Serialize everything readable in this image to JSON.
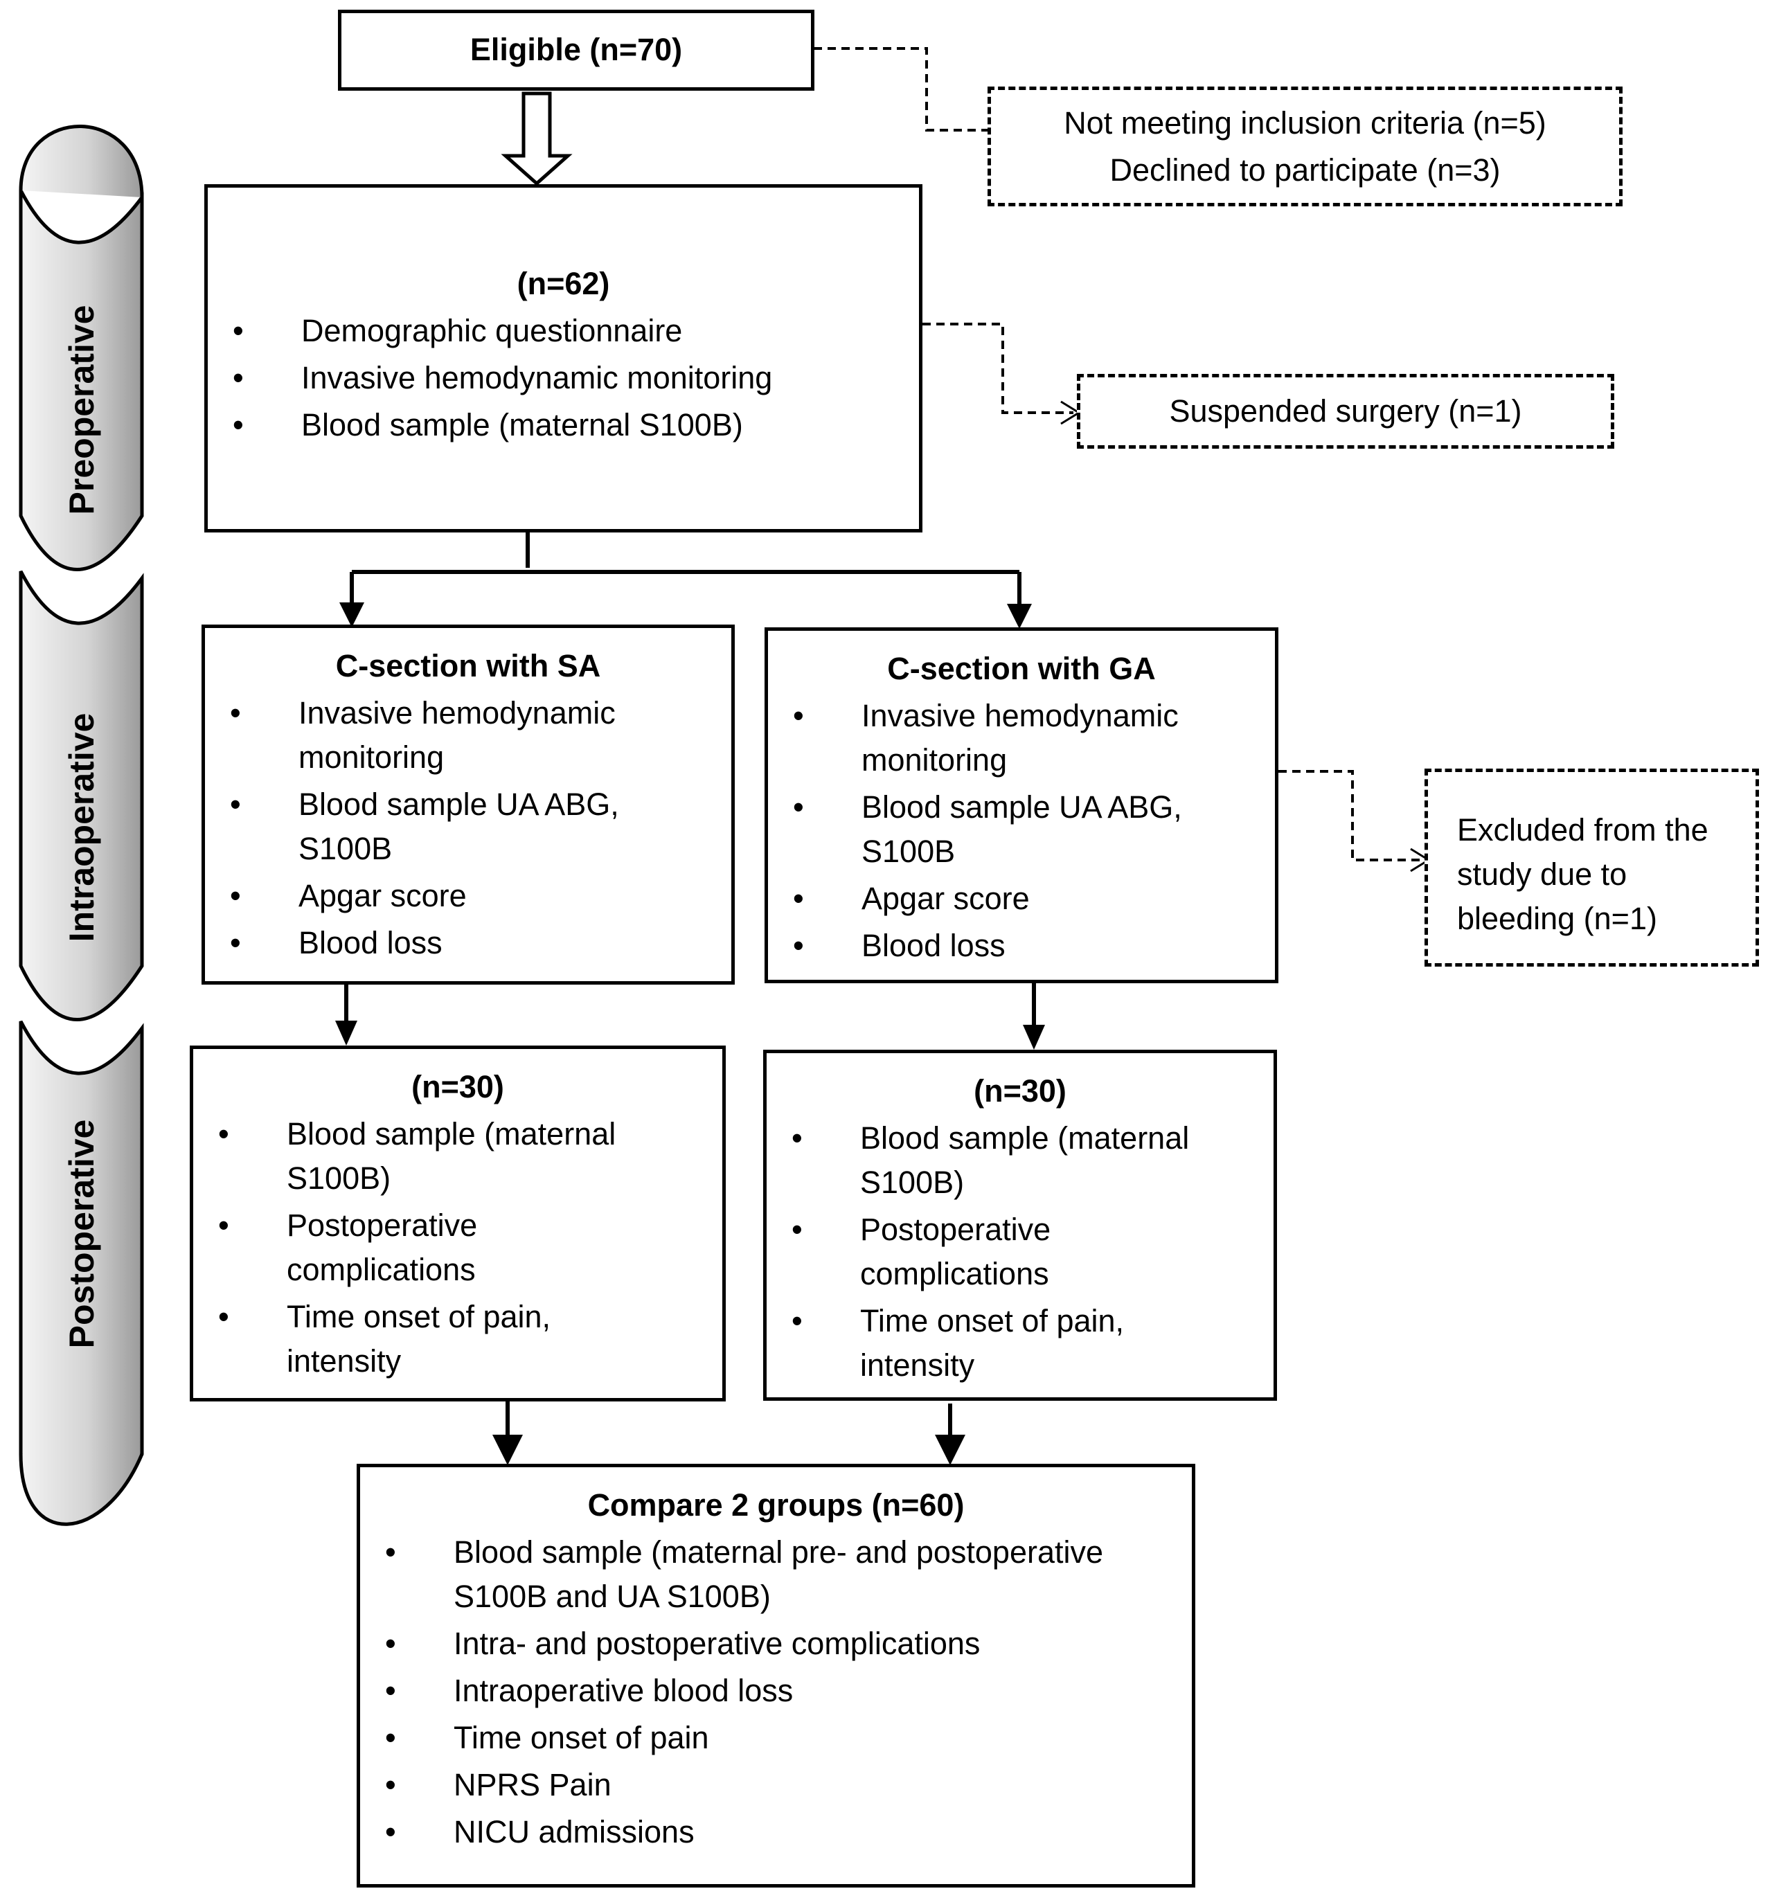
{
  "phases": [
    "Preoperative",
    "Intraoperative",
    "Postoperative"
  ],
  "eligible": {
    "title": "Eligible (n=70)"
  },
  "excluded_initial": {
    "lines": [
      "Not meeting inclusion criteria (n=5)",
      "Declined to participate (n=3)"
    ]
  },
  "preop": {
    "title": "(n=62)",
    "items": [
      "Demographic questionnaire",
      "Invasive hemodynamic monitoring",
      "Blood sample (maternal S100B)"
    ]
  },
  "suspended": {
    "text": "Suspended surgery (n=1)"
  },
  "sa_group": {
    "title": "C-section with SA",
    "items": [
      [
        "Invasive hemodynamic",
        "monitoring"
      ],
      [
        "Blood sample UA ABG,",
        "S100B"
      ],
      [
        "Apgar score"
      ],
      [
        "Blood loss"
      ]
    ]
  },
  "ga_group": {
    "title": "C-section with GA",
    "items": [
      [
        "Invasive hemodynamic",
        "monitoring"
      ],
      [
        "Blood sample UA ABG,",
        "S100B"
      ],
      [
        "Apgar score"
      ],
      [
        "Blood loss"
      ]
    ]
  },
  "excluded_bleeding": {
    "lines": [
      "Excluded from the",
      "study due to",
      "bleeding (n=1)"
    ]
  },
  "sa_post": {
    "title": "(n=30)",
    "items": [
      [
        "Blood sample (maternal",
        "S100B)"
      ],
      [
        "Postoperative",
        "complications"
      ],
      [
        "Time onset of pain,",
        "intensity"
      ]
    ]
  },
  "ga_post": {
    "title": "(n=30)",
    "items": [
      [
        "Blood sample (maternal",
        "S100B)"
      ],
      [
        "Postoperative",
        "complications"
      ],
      [
        "Time onset of pain,",
        "intensity"
      ]
    ]
  },
  "compare": {
    "title": "Compare 2 groups (n=60)",
    "items": [
      [
        "Blood sample (maternal pre- and postoperative",
        "S100B and UA S100B)"
      ],
      [
        "Intra- and postoperative complications"
      ],
      [
        "Intraoperative blood loss"
      ],
      [
        "Time onset of pain"
      ],
      [
        "NPRS Pain"
      ],
      [
        "NICU admissions"
      ]
    ]
  }
}
